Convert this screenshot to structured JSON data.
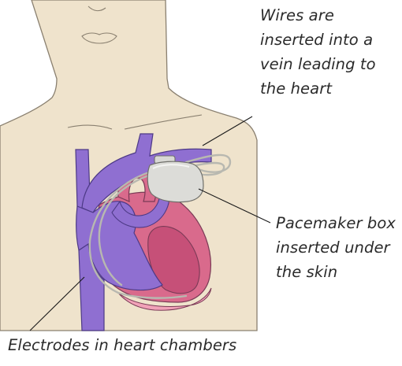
{
  "labels": {
    "wires": [
      "Wires are",
      "inserted into a",
      "vein leading to",
      "the heart"
    ],
    "pacemaker_box": [
      "Pacemaker box",
      "inserted under",
      "the skin"
    ],
    "electrodes": [
      "Electrodes in heart chambers"
    ]
  }
}
